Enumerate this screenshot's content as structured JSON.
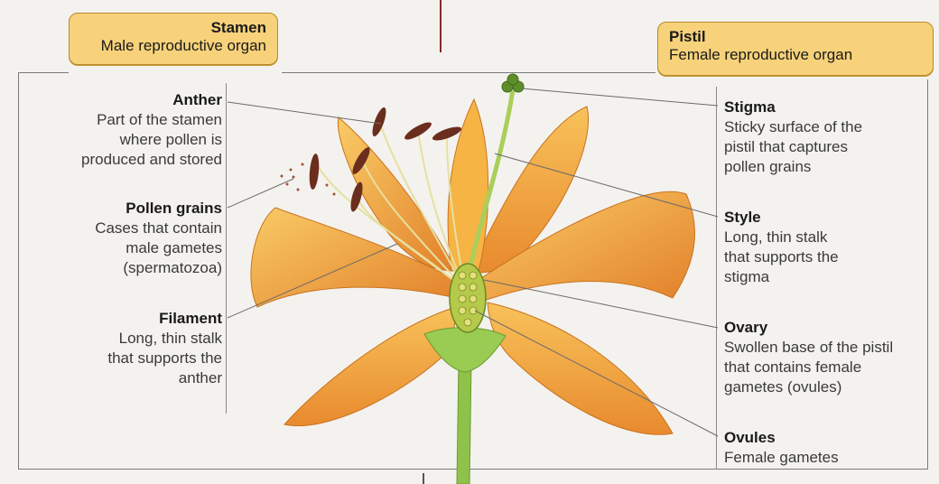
{
  "colors": {
    "petal": "#f4a93a",
    "petal_light": "#f8c25a",
    "petal_dark": "#d9792a",
    "stem": "#8fc24a",
    "anther": "#6b2e1e",
    "header_fill": "#f7d27a"
  },
  "stamen_header": {
    "title": "Stamen",
    "subtitle": "Male reproductive organ"
  },
  "pistil_header": {
    "title": "Pistil",
    "subtitle": "Female reproductive organ"
  },
  "left_labels": [
    {
      "term": "Anther",
      "lines": [
        "Part of the stamen",
        "where pollen is",
        "produced and stored"
      ]
    },
    {
      "term": "Pollen grains",
      "lines": [
        "Cases that contain",
        "male gametes",
        "(spermatozoa)"
      ]
    },
    {
      "term": "Filament",
      "lines": [
        "Long, thin stalk",
        "that supports the",
        "anther"
      ]
    }
  ],
  "right_labels": [
    {
      "term": "Stigma",
      "lines": [
        "Sticky surface of the",
        "pistil that captures",
        "pollen grains"
      ]
    },
    {
      "term": "Style",
      "lines": [
        "Long, thin stalk",
        "that supports the",
        "stigma"
      ]
    },
    {
      "term": "Ovary",
      "lines": [
        "Swollen base of the pistil",
        "that contains female",
        "gametes (ovules)"
      ]
    },
    {
      "term": "Ovules",
      "lines": [
        "Female gametes"
      ]
    }
  ]
}
